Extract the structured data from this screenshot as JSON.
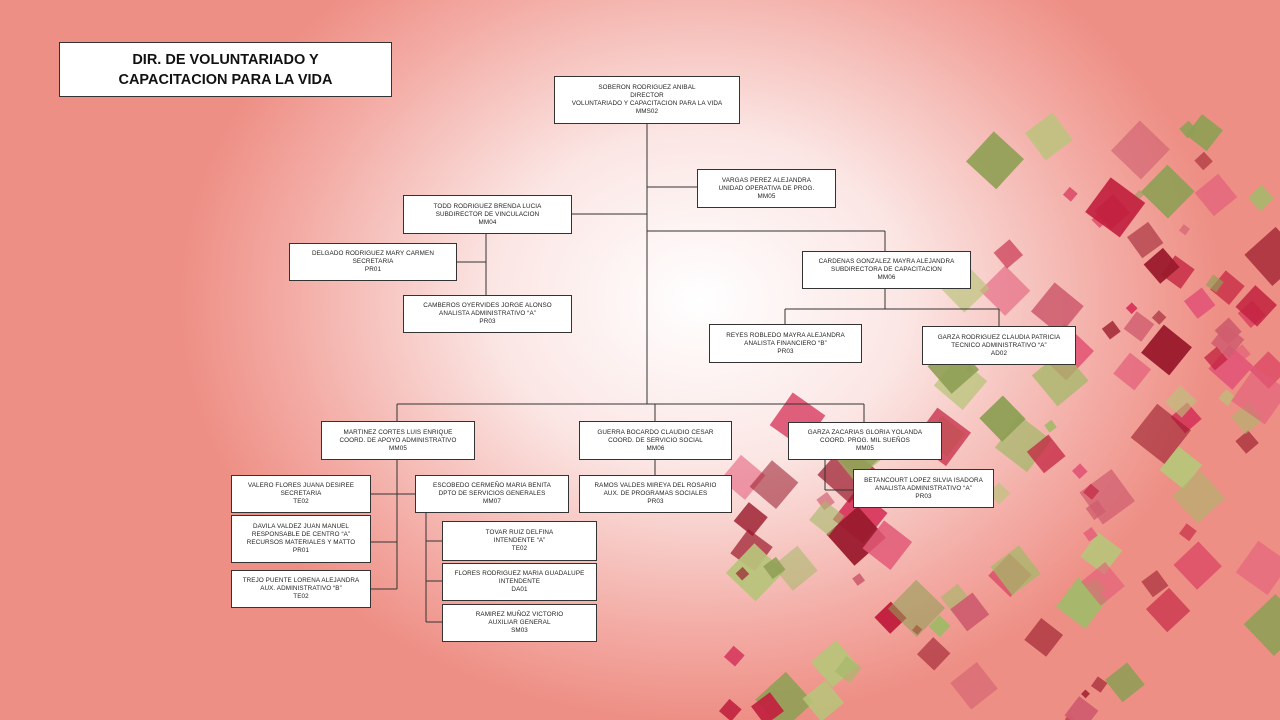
{
  "title": {
    "line1": "DIR. DE VOLUNTARIADO Y",
    "line2": "CAPACITACION PARA LA VIDA"
  },
  "nodes": {
    "director": {
      "name": "SOBERON RODRIGUEZ ANIBAL",
      "role": "DIRECTOR",
      "unit": "VOLUNTARIADO Y CAPACITACION PARA LA VIDA",
      "code": "MMS02"
    },
    "unidad_operativa": {
      "name": "VARGAS PEREZ ALEJANDRA",
      "role": "UNIDAD OPERATIVA DE PROG.",
      "code": "MM05"
    },
    "sub_vinculacion": {
      "name": "TODD RODRIGUEZ BRENDA LUCIA",
      "role": "SUBDIRECTOR DE VINCULACION",
      "code": "MM04"
    },
    "secretaria_vinc": {
      "name": "DELGADO RODRIGUEZ MARY CARMEN",
      "role": "SECRETARIA",
      "code": "PR01"
    },
    "analista_vinc": {
      "name": "CAMBEROS OYERVIDES JORGE ALONSO",
      "role": "ANALISTA ADMINISTRATIVO “A”",
      "code": "PR03"
    },
    "sub_capacitacion": {
      "name": "CARDENAS GONZALEZ MAYRA ALEJANDRA",
      "role": "SUBDIRECTORA DE CAPACITACION",
      "code": "MM06"
    },
    "analista_fin": {
      "name": "REYES ROBLEDO MAYRA ALEJANDRA",
      "role": "ANALISTA FINANCIERO “B”",
      "code": "PR03"
    },
    "tecnico_admin": {
      "name": "GARZA RODRIGUEZ CLAUDIA PATRICIA",
      "role": "TECNICO ADMINISTRATIVO “A”",
      "code": "AD02"
    },
    "coord_apoyo": {
      "name": "MARTINEZ CORTES LUIS ENRIQUE",
      "role": "COORD. DE APOYO ADMINISTRATIVO",
      "code": "MM05"
    },
    "coord_social": {
      "name": "GUERRA BOCARDO CLAUDIO CESAR",
      "role": "COORD. DE SERVICIO SOCIAL",
      "code": "MM06"
    },
    "coord_suenos": {
      "name": "GARZA ZACARIAS GLORIA YOLANDA",
      "role": "COORD. PROG.  MIL SUEÑOS",
      "code": "MM05"
    },
    "secretaria_apoyo": {
      "name": "VALERO FLORES JUANA DESIREE",
      "role": "SECRETARIA",
      "code": "TE02"
    },
    "responsable_centro": {
      "name": "DAVILA VALDEZ JUAN MANUEL",
      "role": "RESPONSABLE DE CENTRO “A”",
      "unit": "RECURSOS MATERIALES Y MATTO",
      "code": "PR01"
    },
    "aux_admin": {
      "name": "TREJO PUENTE LORENA ALEJANDRA",
      "role": "AUX. ADMINISTRATIVO “B”",
      "code": "TE02"
    },
    "dpto_servicios": {
      "name": "ESCOBEDO CERMEÑO MARIA BENITA",
      "role": "DPTO DE SERVICIOS GENERALES",
      "code": "MM07"
    },
    "intendente_a": {
      "name": "TOVAR RUIZ DELFINA",
      "role": "INTENDENTE “A”",
      "code": "TE02"
    },
    "intendente": {
      "name": "FLORES RODRIGUEZ MARIA GUADALUPE",
      "role": "INTENDENTE",
      "code": "DA01"
    },
    "aux_general": {
      "name": "RAMIREZ MUÑOZ VICTORIO",
      "role": "AUXILIAR GENERAL",
      "code": "SM03"
    },
    "aux_programas": {
      "name": "RAMOS VALDES MIREYA DEL ROSARIO",
      "role": "AUX. DE PROGRAMAS SOCIALES",
      "code": "PR03"
    },
    "analista_suenos": {
      "name": "BETANCOURT LOPEZ SILVIA ISADORA",
      "role": "ANALISTA ADMINISTRATIVO “A”",
      "code": "PR03"
    }
  }
}
